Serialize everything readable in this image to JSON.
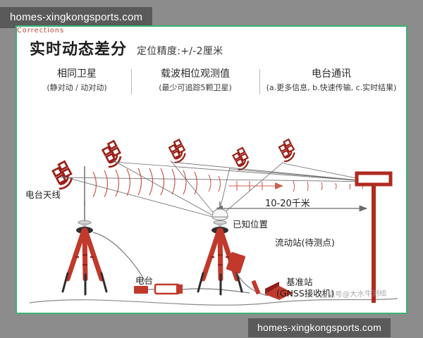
{
  "page": {
    "background_color": "#8c8c8c",
    "frame_border_color": "#3bb273",
    "accent_red": "#b02a20",
    "line_gray": "#6b6b6b"
  },
  "watermark_banners": {
    "top_url": "homes-xingkongsports.com",
    "bottom_url": "homes-xingkongsports.com"
  },
  "header": {
    "title": "实时动态差分",
    "subtitle": "定位精度:+/-2厘米"
  },
  "features": [
    {
      "title": "相同卫星",
      "note": "(静对动 / 动对动)"
    },
    {
      "title": "载波相位观测值",
      "note": "(最少可追踪5颗卫星)"
    },
    {
      "title": "电台通讯",
      "note": "(a.更多信息, b.快速传输, c.实时结果)"
    }
  ],
  "diagram": {
    "labels": {
      "radio_antenna": "电台天线",
      "radio_unit": "电台",
      "known_position": "已知位置",
      "rover_station": "流动站(待测点)",
      "base_station_line1": "基准站",
      "base_station_line2": "(GNSS接收机)",
      "distance": "10-20千米",
      "corrections": "Corrections"
    },
    "satellite_count": 5,
    "satellite_icon": "satellite-dish-icon",
    "source_watermark": "搜狐号@大水牛测绘"
  }
}
